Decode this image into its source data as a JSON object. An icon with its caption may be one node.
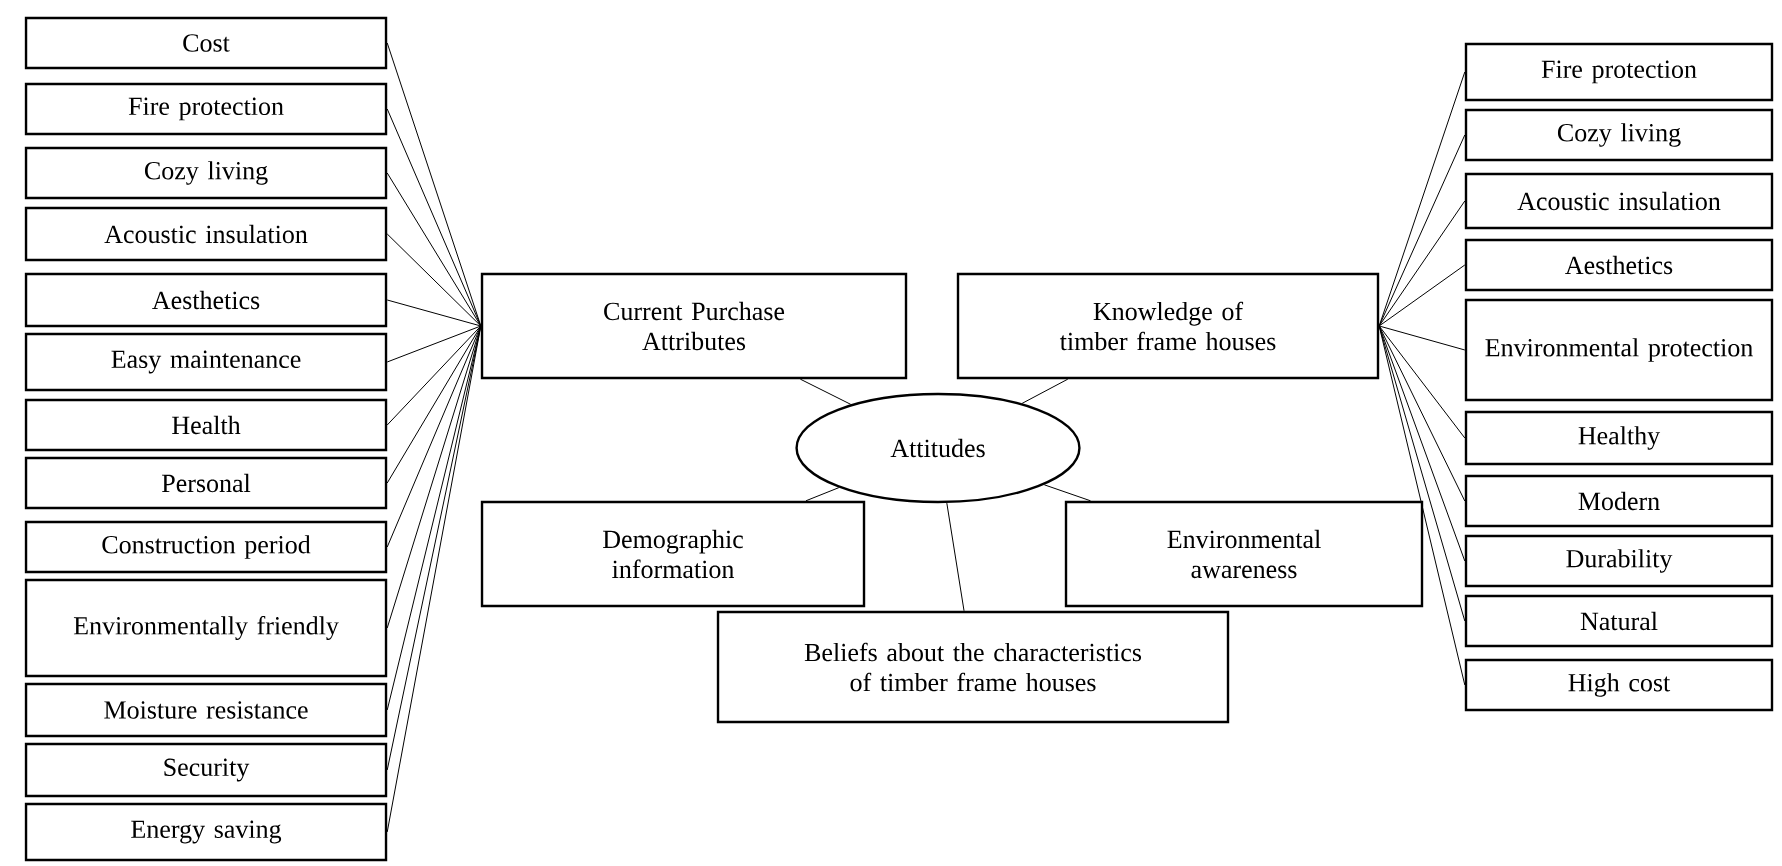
{
  "diagram": {
    "nodes": [
      {
        "text": [
          "Cost"
        ]
      },
      {
        "text": [
          "Fire protection"
        ]
      },
      {
        "text": [
          "Cozy living"
        ]
      },
      {
        "text": [
          "Acoustic insulation"
        ]
      },
      {
        "text": [
          "Aesthetics"
        ]
      },
      {
        "text": [
          "Easy maintenance"
        ]
      },
      {
        "text": [
          "Health"
        ]
      },
      {
        "text": [
          "Personal"
        ]
      },
      {
        "text": [
          "Construction period"
        ]
      },
      {
        "text": [
          "Environmentally friendly"
        ]
      },
      {
        "text": [
          "Moisture resistance"
        ]
      },
      {
        "text": [
          "Security"
        ]
      },
      {
        "text": [
          "Energy saving"
        ]
      },
      {
        "text": [
          "Current Purchase Attributes"
        ]
      },
      {
        "text": [
          "Knowledge of timber frame houses"
        ]
      },
      {
        "text": [
          "Attitudes"
        ]
      },
      {
        "text": [
          "Demographic information"
        ]
      },
      {
        "text": [
          "Environmental awareness"
        ]
      },
      {
        "text": [
          "Beliefs about the characteristics of timber frame houses"
        ]
      },
      {
        "text": [
          "Fire protection"
        ]
      },
      {
        "text": [
          "Cozy living"
        ]
      },
      {
        "text": [
          "Acoustic insulation"
        ]
      },
      {
        "text": [
          "Aesthetics"
        ]
      },
      {
        "text": [
          "Environmental protection"
        ]
      },
      {
        "text": [
          "Healthy"
        ]
      },
      {
        "text": [
          "Modern"
        ]
      },
      {
        "text": [
          "Durability"
        ]
      },
      {
        "text": [
          "Natural"
        ]
      },
      {
        "text": [
          "High cost"
        ]
      }
    ],
    "edges": [
      {
        "from": 0,
        "to": 13,
        "arrow": "none"
      },
      {
        "from": 1,
        "to": 13,
        "arrow": "none"
      },
      {
        "from": 2,
        "to": 13,
        "arrow": "none"
      },
      {
        "from": 3,
        "to": 13,
        "arrow": "none"
      },
      {
        "from": 4,
        "to": 13,
        "arrow": "none"
      },
      {
        "from": 5,
        "to": 13,
        "arrow": "none"
      },
      {
        "from": 6,
        "to": 13,
        "arrow": "none"
      },
      {
        "from": 7,
        "to": 13,
        "arrow": "none"
      },
      {
        "from": 8,
        "to": 13,
        "arrow": "none"
      },
      {
        "from": 9,
        "to": 13,
        "arrow": "none"
      },
      {
        "from": 10,
        "to": 13,
        "arrow": "none"
      },
      {
        "from": 11,
        "to": 13,
        "arrow": "none"
      },
      {
        "from": 12,
        "to": 13,
        "arrow": "none"
      },
      {
        "from": 15,
        "to": 13,
        "arrow": "none"
      },
      {
        "from": 15,
        "to": 14,
        "arrow": "none"
      },
      {
        "from": 15,
        "to": 16,
        "arrow": "none"
      },
      {
        "from": 15,
        "to": 17,
        "arrow": "none"
      },
      {
        "from": 15,
        "to": 18,
        "arrow": "none"
      },
      {
        "from": 14,
        "to": 19,
        "arrow": "none"
      },
      {
        "from": 14,
        "to": 20,
        "arrow": "none"
      },
      {
        "from": 14,
        "to": 21,
        "arrow": "none"
      },
      {
        "from": 14,
        "to": 22,
        "arrow": "none"
      },
      {
        "from": 14,
        "to": 23,
        "arrow": "none"
      },
      {
        "from": 14,
        "to": 24,
        "arrow": "none"
      },
      {
        "from": 14,
        "to": 25,
        "arrow": "none"
      },
      {
        "from": 14,
        "to": 26,
        "arrow": "none"
      },
      {
        "from": 14,
        "to": 27,
        "arrow": "none"
      },
      {
        "from": 14,
        "to": 28,
        "arrow": "none"
      }
    ]
  }
}
